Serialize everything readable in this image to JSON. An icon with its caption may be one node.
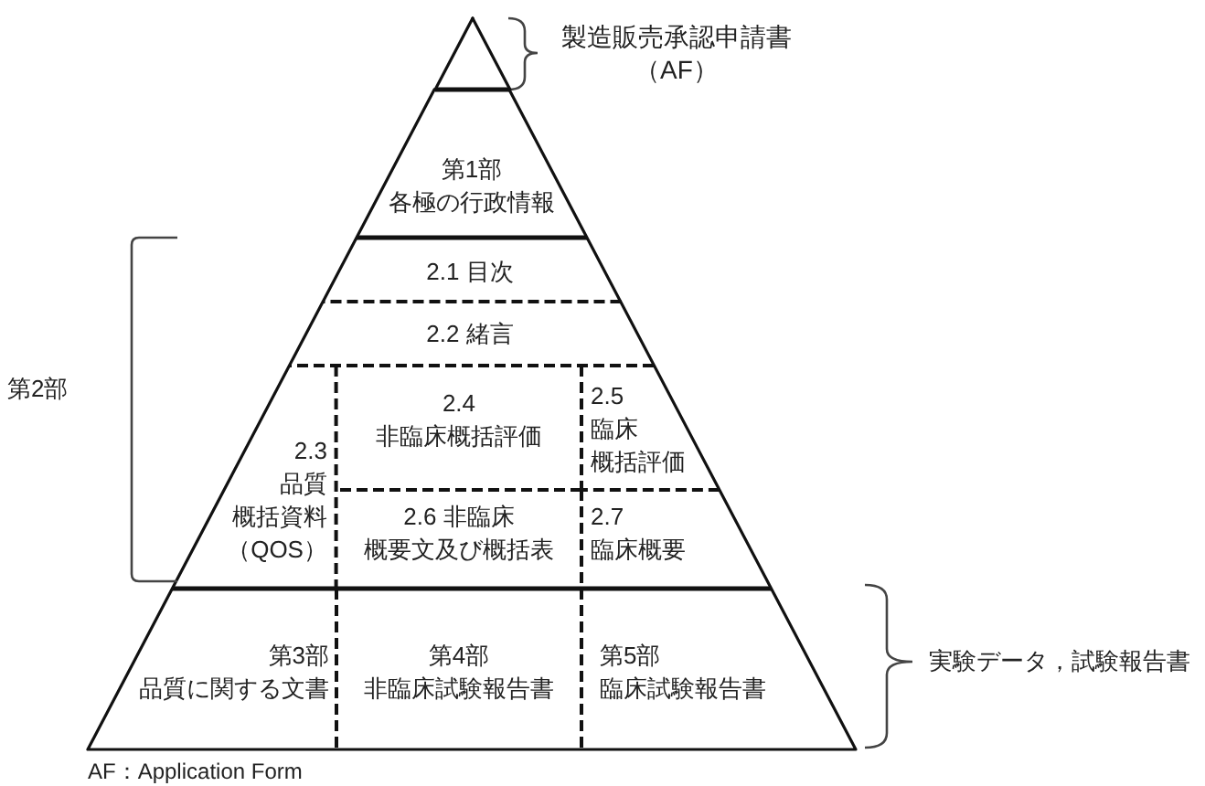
{
  "diagram": {
    "nodes": [
      {
        "text": [],
        "shape": "triangle"
      },
      {
        "text": [
          "第1部",
          "各極の行政情報"
        ]
      },
      {
        "text": [],
        "shape": "trapezoid"
      },
      {
        "text": [
          "2.1 目次"
        ],
        "in": 2
      },
      {
        "text": [
          "2.2 緒言"
        ],
        "in": 2
      },
      {
        "text": [
          "2.3",
          "品質",
          "概括資料",
          "（QOS）"
        ],
        "in": 2
      },
      {
        "text": [
          "2.4",
          "非臨床概括評価"
        ],
        "in": 2
      },
      {
        "text": [
          "2.5",
          "臨床",
          "概括評価"
        ],
        "in": 2
      },
      {
        "text": [
          "2.6 非臨床",
          "概要文及び概括表"
        ],
        "in": 2
      },
      {
        "text": [
          "2.7",
          "臨床概要"
        ],
        "in": 2
      },
      {
        "text": [],
        "shape": "trapezoid"
      },
      {
        "text": [
          "第3部",
          "品質に関する文書"
        ],
        "in": 10
      },
      {
        "text": [
          "第4部",
          "非臨床試験報告書"
        ],
        "in": 10
      },
      {
        "text": [
          "第5部",
          "臨床試験報告書"
        ],
        "in": 10
      }
    ],
    "labels": [
      "製造販売承認申請書（AF）",
      "第2部",
      "実験データ，試験報告書",
      "AF：Application Form"
    ]
  }
}
